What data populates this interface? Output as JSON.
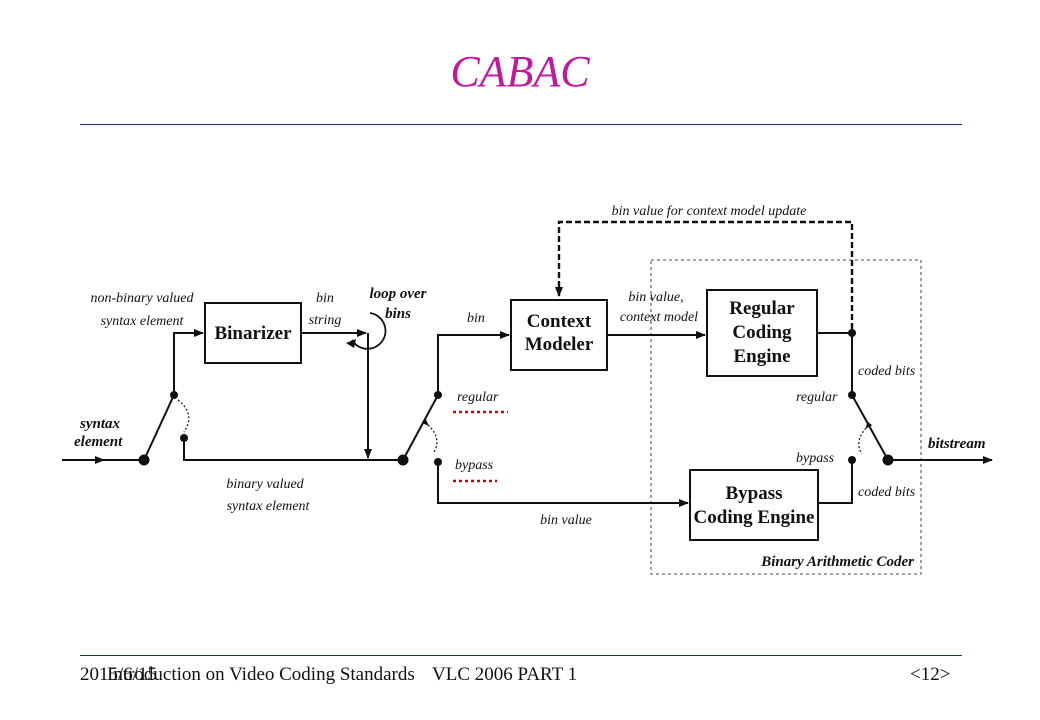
{
  "slide": {
    "title": "CABAC",
    "footer_date": "2015/6/15",
    "footer_course": "Introduction on Video Coding Standards",
    "footer_part": "VLC 2006 PART 1",
    "footer_page": "<12>"
  },
  "diagram": {
    "binarizer": "Binarizer",
    "context_modeler": [
      "Context",
      "Modeler"
    ],
    "regular_engine": [
      "Regular",
      "Coding",
      "Engine"
    ],
    "bypass_engine": [
      "Bypass",
      "Coding Engine"
    ],
    "bac_label": "Binary Arithmetic Coder",
    "syntax_element": [
      "syntax",
      "element"
    ],
    "non_binary": [
      "non-binary valued",
      "syntax element"
    ],
    "binary_valued": [
      "binary valued",
      "syntax element"
    ],
    "bin_string": [
      "bin",
      "string"
    ],
    "loop_over_bins": [
      "loop over",
      "bins"
    ],
    "bin": "bin",
    "regular": "regular",
    "bypass": "bypass",
    "bin_value": "bin value",
    "bin_value_context": [
      "bin value,",
      "context model"
    ],
    "context_update": "bin value for context model update",
    "coded_bits": "coded bits",
    "bitstream": "bitstream"
  },
  "colors": {
    "title": "#c0189e",
    "rule": "#1d2a7a",
    "annotation": "#cc0000"
  }
}
